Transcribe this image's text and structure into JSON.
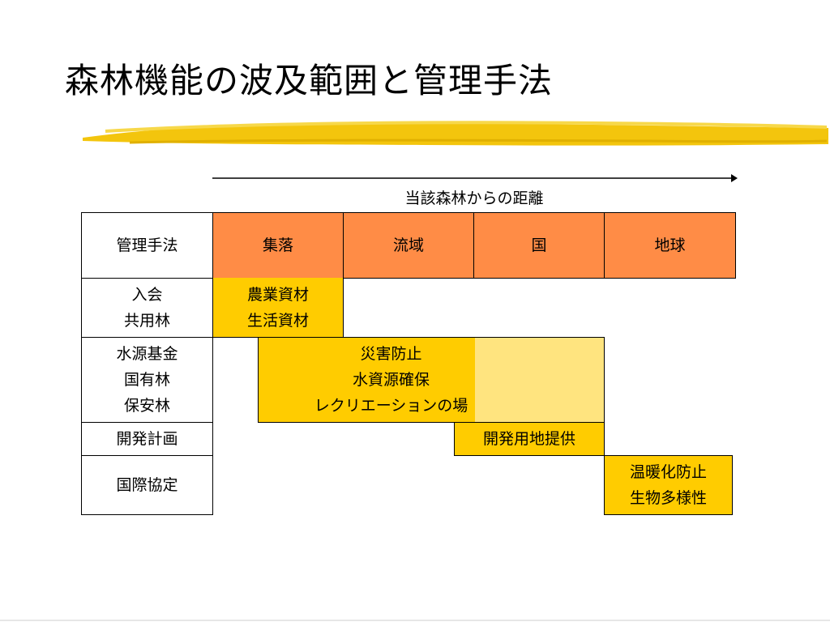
{
  "title": "森林機能の波及範囲と管理手法",
  "axis_label": "当該森林からの距離",
  "header": {
    "management": "管理手法",
    "columns": [
      "集落",
      "流域",
      "国",
      "地球"
    ]
  },
  "rows": [
    {
      "label": [
        "入会",
        "共用林"
      ]
    },
    {
      "label": [
        "水源基金",
        "国有林",
        "保安林"
      ]
    },
    {
      "label": [
        "開発計画"
      ]
    },
    {
      "label": [
        "国際協定"
      ]
    }
  ],
  "spans": {
    "village": [
      "農業資材",
      "生活資材"
    ],
    "watershed": [
      "災害防止",
      "水資源確保",
      "レクリエーションの場"
    ],
    "development": [
      "開発用地提供"
    ],
    "global": [
      "温暖化防止",
      "生物多様性"
    ]
  },
  "colors": {
    "header": "#ff8c46",
    "span": "#ffcc00",
    "span_light": "#ffe47f",
    "brush": "#f2c200"
  }
}
